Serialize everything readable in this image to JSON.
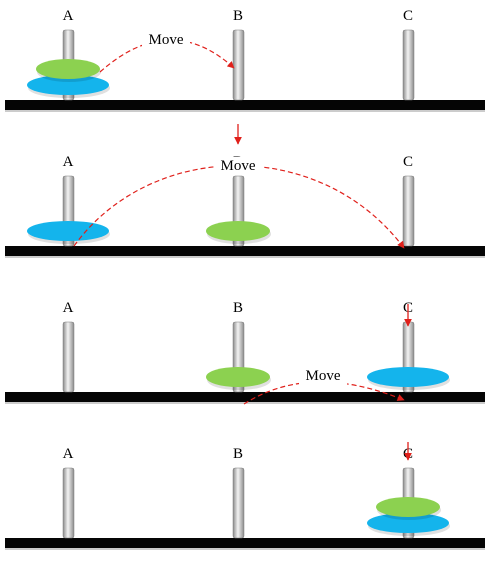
{
  "figure": {
    "peg_labels": [
      "A",
      "B",
      "C"
    ],
    "move_label": "Move",
    "colors": {
      "small_disk": "#8CD150",
      "large_disk": "#14B4EC",
      "base": "#050505",
      "arrow": "#E0201B",
      "peg_light": "#F4F4F4",
      "peg_dark": "#8A8A8A"
    },
    "panels": [
      {
        "name": "panel-1",
        "disks": {
          "A": [
            "large",
            "small"
          ],
          "B": [],
          "C": []
        },
        "move": {
          "from": "A",
          "to": "B"
        }
      },
      {
        "name": "panel-2",
        "disks": {
          "A": [
            "large"
          ],
          "B": [
            "small"
          ],
          "C": []
        },
        "move": {
          "from": "A",
          "to": "C"
        }
      },
      {
        "name": "panel-3",
        "disks": {
          "A": [],
          "B": [
            "small"
          ],
          "C": [
            "large"
          ]
        },
        "move": {
          "from": "B",
          "to": "C"
        }
      },
      {
        "name": "panel-4",
        "disks": {
          "A": [],
          "B": [],
          "C": [
            "large",
            "small"
          ]
        },
        "move": null
      }
    ]
  }
}
